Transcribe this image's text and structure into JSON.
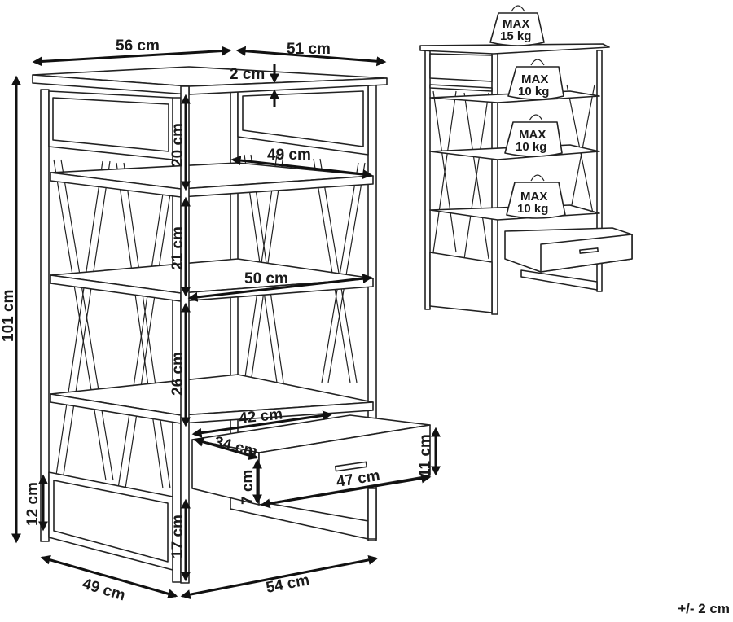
{
  "diagram": {
    "type": "product-dimension-drawing",
    "subject": "4-tier shelving unit with X-braced side frames and one drawer",
    "colors": {
      "line": "#222222",
      "dimension_arrow": "#111111",
      "background": "#ffffff"
    },
    "dimensions": {
      "overall_width": "56 cm",
      "overall_depth": "51 cm",
      "top_thickness": "2 cm",
      "overall_height": "101 cm",
      "top_gap_height": "20 cm",
      "upper_shelf_depth": "49 cm",
      "second_gap_height": "21 cm",
      "middle_shelf_width": "50 cm",
      "third_gap_height": "26 cm",
      "drawer_opening_width": "42 cm",
      "drawer_inner_depth": "34 cm",
      "drawer_inner_height": "7 cm",
      "drawer_front_width": "47 cm",
      "drawer_front_height": "11 cm",
      "side_panel_height": "12 cm",
      "leg_clearance": "17 cm",
      "base_depth": "49 cm",
      "base_width": "54 cm"
    },
    "load_limits": [
      {
        "location": "top",
        "line1": "MAX",
        "line2": "15 kg"
      },
      {
        "location": "shelf-1",
        "line1": "MAX",
        "line2": "10 kg"
      },
      {
        "location": "shelf-2",
        "line1": "MAX",
        "line2": "10 kg"
      },
      {
        "location": "shelf-3",
        "line1": "MAX",
        "line2": "10 kg"
      }
    ],
    "tolerance": "+/- 2 cm"
  }
}
